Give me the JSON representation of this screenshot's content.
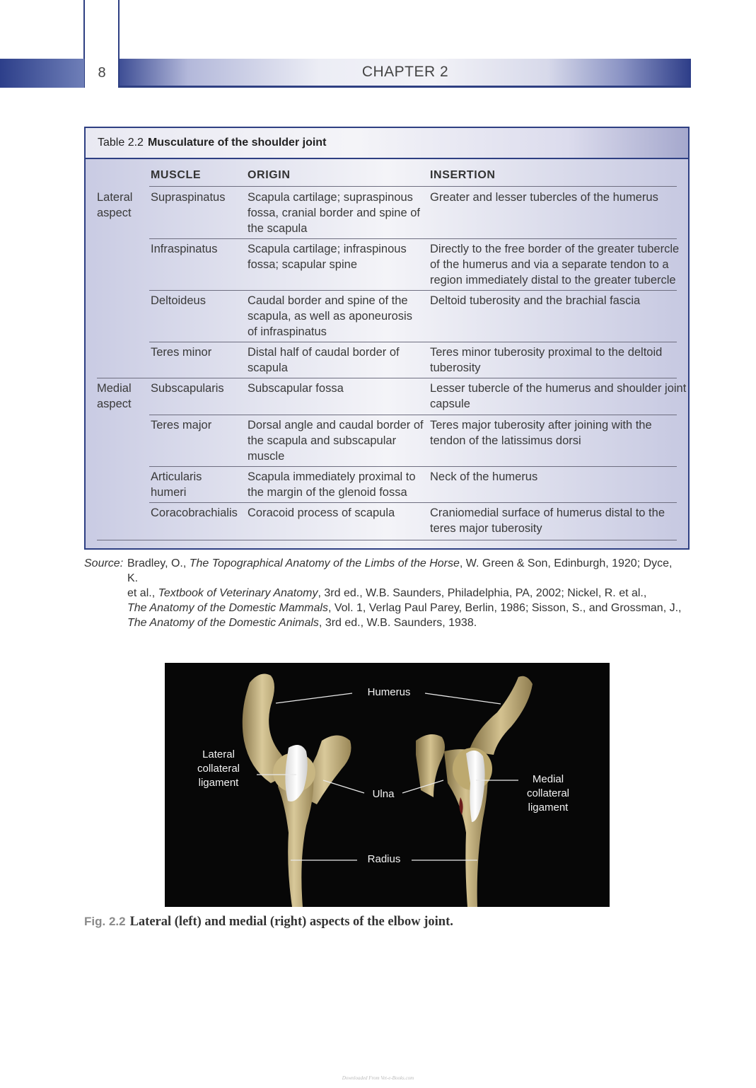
{
  "header": {
    "page_number": "8",
    "chapter": "CHAPTER 2"
  },
  "table": {
    "caption_number": "Table 2.2",
    "caption_title": "Musculature of the shoulder joint",
    "headers": [
      "MUSCLE",
      "ORIGIN",
      "INSERTION"
    ],
    "groups": [
      {
        "label_line1": "Lateral",
        "label_line2": "aspect"
      },
      {
        "label_line1": "Medial",
        "label_line2": "aspect"
      }
    ],
    "rows": [
      {
        "muscle": [
          "Supraspinatus"
        ],
        "origin": [
          "Scapula cartilage; supraspinous",
          "fossa, cranial border and spine of",
          "the scapula"
        ],
        "insertion": [
          "Greater and lesser tubercles of the humerus"
        ]
      },
      {
        "muscle": [
          "Infraspinatus"
        ],
        "origin": [
          "Scapula cartilage; infraspinous",
          "fossa; scapular spine"
        ],
        "insertion": [
          "Directly to the free border of the greater tubercle",
          "of the humerus and via a separate tendon to a",
          "region immediately distal to the greater tubercle"
        ]
      },
      {
        "muscle": [
          "Deltoideus"
        ],
        "origin": [
          "Caudal border and spine of the",
          "scapula, as well as aponeurosis",
          "of infraspinatus"
        ],
        "insertion": [
          "Deltoid tuberosity and the brachial fascia"
        ]
      },
      {
        "muscle": [
          "Teres minor"
        ],
        "origin": [
          "Distal half of caudal border of",
          "scapula"
        ],
        "insertion": [
          "Teres minor tuberosity proximal to the deltoid",
          "tuberosity"
        ]
      },
      {
        "muscle": [
          "Subscapularis"
        ],
        "origin": [
          "Subscapular fossa"
        ],
        "insertion": [
          "Lesser tubercle of the humerus and shoulder joint",
          "capsule"
        ]
      },
      {
        "muscle": [
          "Teres major"
        ],
        "origin": [
          "Dorsal angle and caudal border of",
          "the scapula and subscapular",
          "muscle"
        ],
        "insertion": [
          "Teres major tuberosity after joining with the",
          "tendon of the latissimus dorsi"
        ]
      },
      {
        "muscle": [
          "Articularis",
          "humeri"
        ],
        "origin": [
          "Scapula immediately proximal to",
          "the margin of the glenoid fossa"
        ],
        "insertion": [
          "Neck of the humerus"
        ]
      },
      {
        "muscle": [
          "Coracobrachialis"
        ],
        "origin": [
          "Coracoid process of scapula"
        ],
        "insertion": [
          "Craniomedial surface of humerus distal to the",
          "teres major tuberosity"
        ]
      }
    ]
  },
  "source": {
    "label": "Source:",
    "l1a": "Bradley, O., ",
    "l1b": "The Topographical Anatomy of the Limbs of the Horse",
    "l1c": ", W. Green & Son, Edinburgh, 1920; Dyce, K.",
    "l2a": "et al., ",
    "l2b": "Textbook of Veterinary Anatomy",
    "l2c": ", 3rd ed., W.B. Saunders, Philadelphia, PA, 2002; Nickel, R. et al.,",
    "l3a": "The Anatomy of the Domestic Mammals",
    "l3b": ", Vol. 1, Verlag Paul Parey, Berlin, 1986; Sisson, S., and Grossman, J.,",
    "l4a": "The Anatomy of the Domestic Animals",
    "l4b": ", 3rd ed., W.B. Saunders, 1938."
  },
  "figure": {
    "labels": {
      "humerus": "Humerus",
      "lateral_l1": "Lateral",
      "lateral_l2": "collateral",
      "lateral_l3": "ligament",
      "ulna": "Ulna",
      "medial_l1": "Medial",
      "medial_l2": "collateral",
      "medial_l3": "ligament",
      "radius": "Radius"
    },
    "caption_number": "Fig. 2.2",
    "caption_text": "Lateral (left) and medial (right) aspects of the elbow joint."
  },
  "footer": "Downloaded From Vet-e-Books.com"
}
